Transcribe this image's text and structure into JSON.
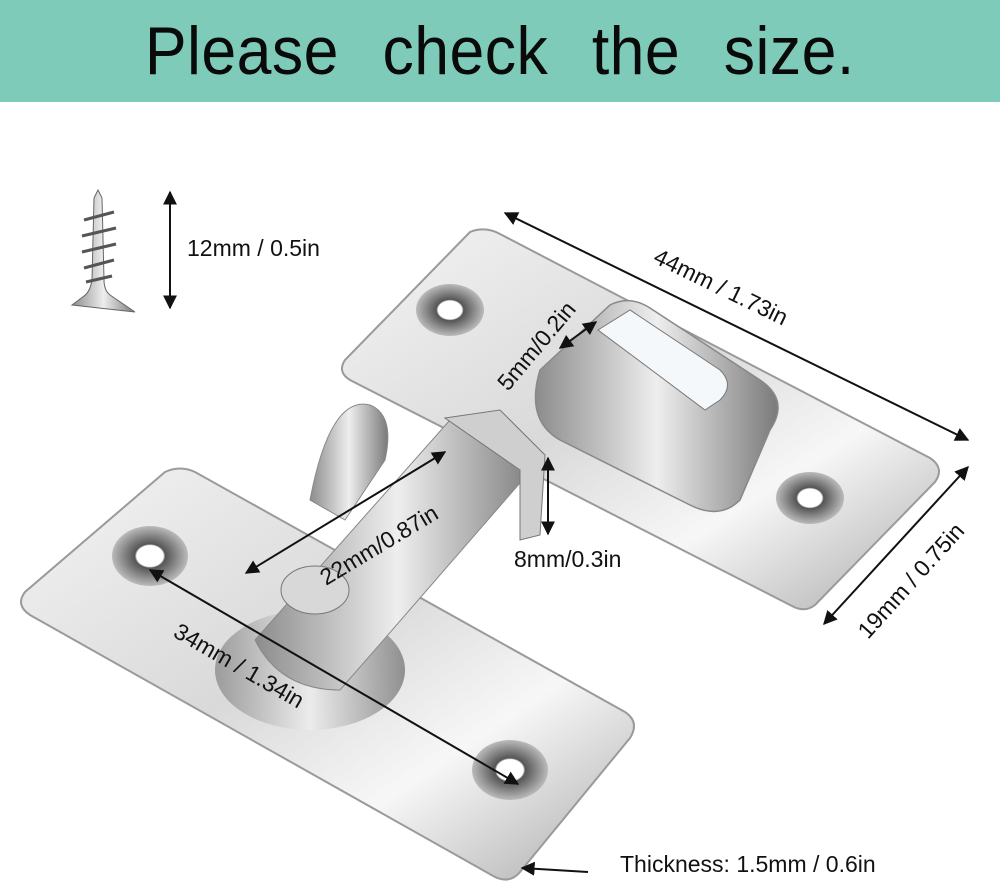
{
  "banner": {
    "title": "Please check the size.",
    "background": "#7ecbb9"
  },
  "dimensions": {
    "screw_length": "12mm / 0.5in",
    "plate_length": "44mm / 1.73in",
    "plate_width": "19mm / 0.75in",
    "slot_width": "5mm/0.2in",
    "bolt_height": "8mm/0.3in",
    "bolt_length": "22mm/0.87in",
    "hole_spacing": "34mm / 1.34in",
    "thickness": "Thickness: 1.5mm / 0.6in"
  }
}
